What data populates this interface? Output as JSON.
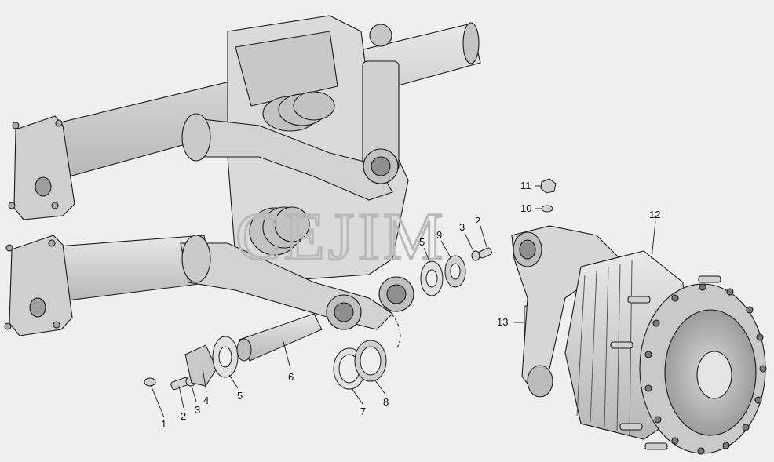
{
  "callouts": [
    {
      "id": "c1",
      "text": "1"
    },
    {
      "id": "c2a",
      "text": "2"
    },
    {
      "id": "c3a",
      "text": "3"
    },
    {
      "id": "c4",
      "text": "4"
    },
    {
      "id": "c5a",
      "text": "5"
    },
    {
      "id": "c6",
      "text": "6"
    },
    {
      "id": "c7",
      "text": "7"
    },
    {
      "id": "c8",
      "text": "8"
    },
    {
      "id": "c5b",
      "text": "5"
    },
    {
      "id": "c9",
      "text": "9"
    },
    {
      "id": "c3b",
      "text": "3"
    },
    {
      "id": "c2b",
      "text": "2"
    },
    {
      "id": "c11",
      "text": "11"
    },
    {
      "id": "c10",
      "text": "10"
    },
    {
      "id": "c12",
      "text": "12"
    },
    {
      "id": "c13",
      "text": "13"
    }
  ],
  "watermark": "CEJIM",
  "colors": {
    "background": "#efefef",
    "line": "#1a1a1a",
    "part_fill": "#d8d8d8",
    "part_shade": "#bdbdbd"
  }
}
